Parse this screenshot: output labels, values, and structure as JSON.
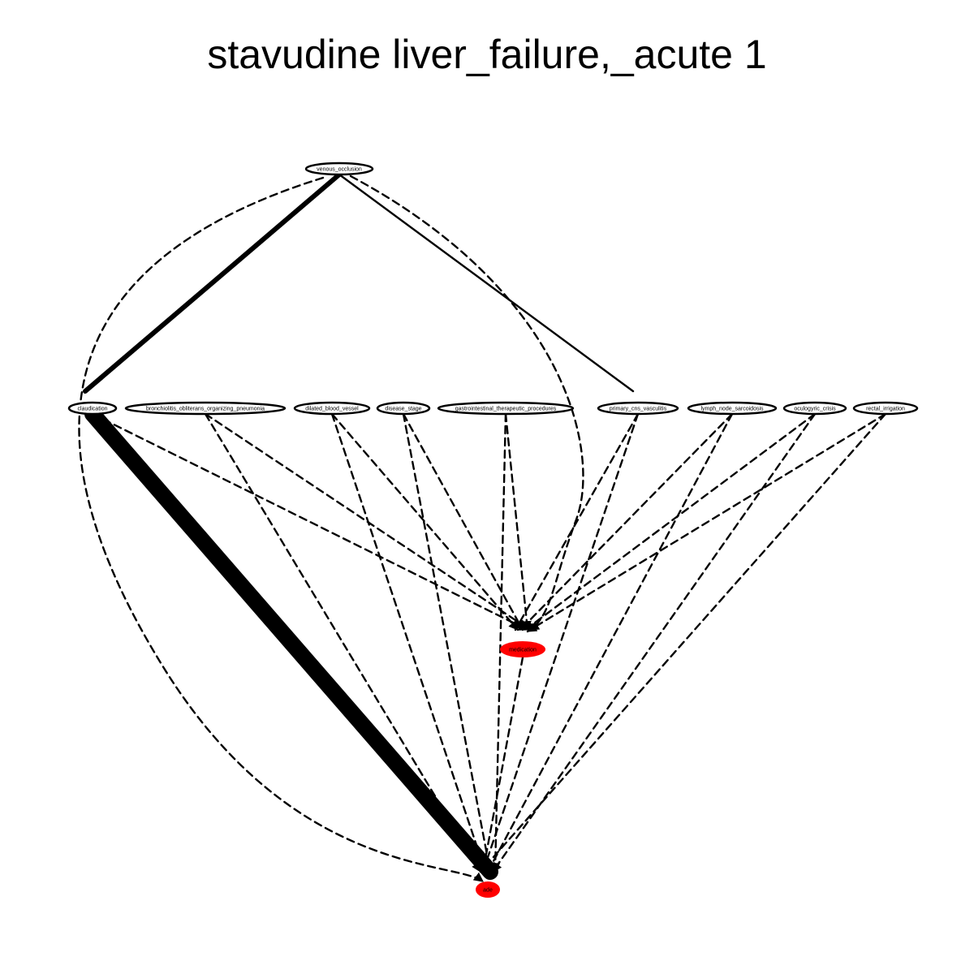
{
  "title": "stavudine liver_failure,_acute 1",
  "nodes": [
    {
      "id": "venous_occlusion",
      "label": "venous_occlusion",
      "fill": "#ffffff",
      "highlighted": false
    },
    {
      "id": "claudication",
      "label": "claudication",
      "fill": "#ffffff",
      "highlighted": false
    },
    {
      "id": "bronchiolitis",
      "label": "bronchiolitis_obliterans_organizing_pneumonia",
      "fill": "#ffffff",
      "highlighted": false
    },
    {
      "id": "dilated_blood_vessel",
      "label": "dilated_blood_vessel",
      "fill": "#ffffff",
      "highlighted": false
    },
    {
      "id": "disease_stage",
      "label": "disease_stage",
      "fill": "#ffffff",
      "highlighted": false
    },
    {
      "id": "gastrointestinal",
      "label": "gastrointestinal_therapeutic_procedures",
      "fill": "#ffffff",
      "highlighted": false
    },
    {
      "id": "primary_cns_vasculitis",
      "label": "primary_cns_vasculitis",
      "fill": "#ffffff",
      "highlighted": false
    },
    {
      "id": "lymph_node_sarcoidosis",
      "label": "lymph_node_sarcoidosis",
      "fill": "#ffffff",
      "highlighted": false
    },
    {
      "id": "oculogyric_crisis",
      "label": "oculogyric_crisis",
      "fill": "#ffffff",
      "highlighted": false
    },
    {
      "id": "rectal_irrigation",
      "label": "rectal_irrigation",
      "fill": "#ffffff",
      "highlighted": false
    },
    {
      "id": "medication",
      "label": "medication",
      "fill": "#ff0000",
      "highlighted": true
    },
    {
      "id": "ade",
      "label": "ade",
      "fill": "#ff0000",
      "highlighted": true
    }
  ],
  "edges": [
    {
      "from": "venous_occlusion",
      "to": "claudication",
      "style": "solid",
      "weight": "medium"
    },
    {
      "from": "venous_occlusion",
      "to": "primary_cns_vasculitis",
      "style": "solid",
      "weight": "thin"
    },
    {
      "from": "venous_occlusion",
      "to": "medication",
      "style": "dashed",
      "weight": "thin"
    },
    {
      "from": "venous_occlusion",
      "to": "ade",
      "style": "dashed",
      "weight": "thin"
    },
    {
      "from": "claudication",
      "to": "ade",
      "style": "solid",
      "weight": "heavy"
    },
    {
      "from": "claudication",
      "to": "medication",
      "style": "dashed",
      "weight": "thin"
    },
    {
      "from": "bronchiolitis",
      "to": "medication",
      "style": "dashed",
      "weight": "thin"
    },
    {
      "from": "bronchiolitis",
      "to": "ade",
      "style": "dashed",
      "weight": "thin"
    },
    {
      "from": "dilated_blood_vessel",
      "to": "medication",
      "style": "dashed",
      "weight": "thin"
    },
    {
      "from": "dilated_blood_vessel",
      "to": "ade",
      "style": "dashed",
      "weight": "thin"
    },
    {
      "from": "disease_stage",
      "to": "medication",
      "style": "dashed",
      "weight": "thin"
    },
    {
      "from": "disease_stage",
      "to": "ade",
      "style": "dashed",
      "weight": "thin"
    },
    {
      "from": "gastrointestinal",
      "to": "medication",
      "style": "dashed",
      "weight": "thin"
    },
    {
      "from": "gastrointestinal",
      "to": "ade",
      "style": "dashed",
      "weight": "thin"
    },
    {
      "from": "primary_cns_vasculitis",
      "to": "medication",
      "style": "dashed",
      "weight": "thin"
    },
    {
      "from": "primary_cns_vasculitis",
      "to": "ade",
      "style": "dashed",
      "weight": "thin"
    },
    {
      "from": "lymph_node_sarcoidosis",
      "to": "medication",
      "style": "dashed",
      "weight": "thin"
    },
    {
      "from": "lymph_node_sarcoidosis",
      "to": "ade",
      "style": "dashed",
      "weight": "thin"
    },
    {
      "from": "oculogyric_crisis",
      "to": "medication",
      "style": "dashed",
      "weight": "thin"
    },
    {
      "from": "oculogyric_crisis",
      "to": "ade",
      "style": "dashed",
      "weight": "thin"
    },
    {
      "from": "rectal_irrigation",
      "to": "medication",
      "style": "dashed",
      "weight": "thin"
    },
    {
      "from": "rectal_irrigation",
      "to": "ade",
      "style": "dashed",
      "weight": "thin"
    },
    {
      "from": "medication",
      "to": "ade",
      "style": "dashed",
      "weight": "thin"
    }
  ]
}
